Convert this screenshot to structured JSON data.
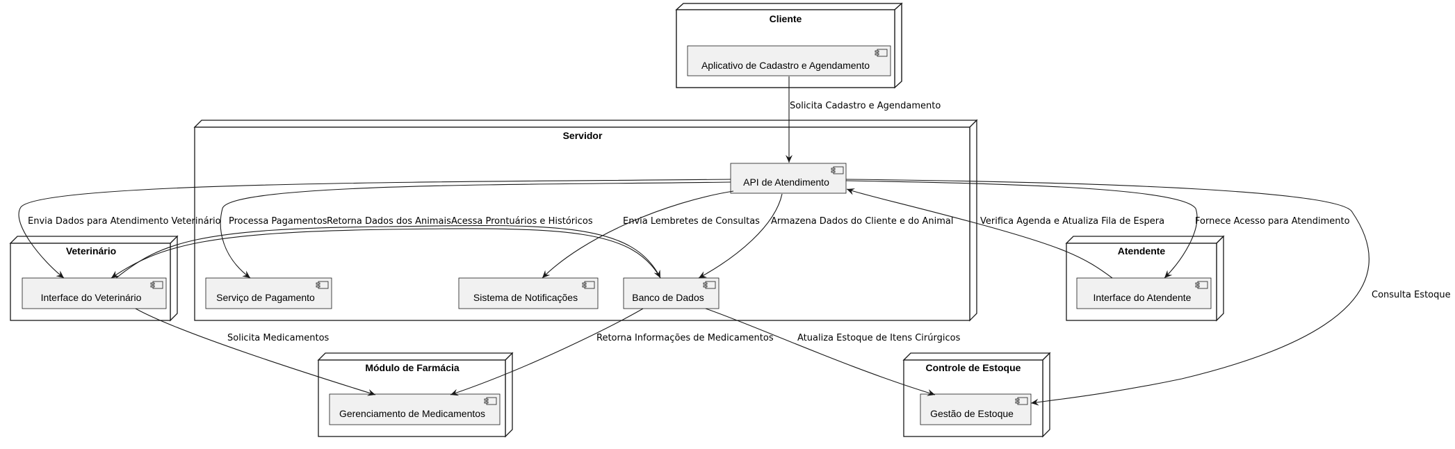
{
  "diagram": {
    "nodes": {
      "cliente": "Cliente",
      "servidor": "Servidor",
      "veterinario": "Veterinário",
      "atendente": "Atendente",
      "farmacia": "Módulo de Farmácia",
      "estoque": "Controle de Estoque"
    },
    "components": {
      "app": "Aplicativo de Cadastro e Agendamento",
      "api": "API de Atendimento",
      "pagamento": "Serviço de Pagamento",
      "notificacoes": "Sistema de Notificações",
      "banco": "Banco de Dados",
      "interface_vet": "Interface do Veterinário",
      "interface_atend": "Interface do Atendente",
      "medicamentos": "Gerenciamento de Medicamentos",
      "gestao_estoque": "Gestão de Estoque"
    },
    "edges": {
      "e1": "Solicita Cadastro e Agendamento",
      "e2": "Envia Dados para Atendimento Veterinário",
      "e3": "Processa Pagamentos",
      "e4": "Retorna Dados dos Animais",
      "e5": "Acessa Prontuários e Históricos",
      "e6": "Envia Lembretes de Consultas",
      "e7": "Armazena Dados do Cliente e do Animal",
      "e8": "Verifica Agenda e Atualiza Fila de Espera",
      "e9": "Fornece Acesso para Atendimento",
      "e10": "Consulta Estoque",
      "e11": "Solicita Medicamentos",
      "e12": "Retorna Informações de Medicamentos",
      "e13": "Atualiza Estoque de Itens Cirúrgicos"
    }
  }
}
